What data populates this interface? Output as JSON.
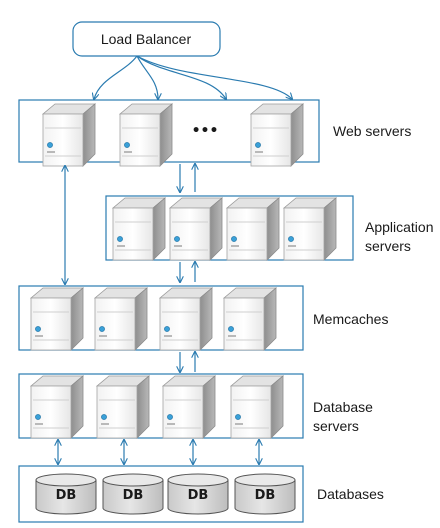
{
  "load_balancer": {
    "label": "Load Balancer"
  },
  "tiers": {
    "web": {
      "label": "Web servers",
      "ellipsis": "•••"
    },
    "app": {
      "label_line1": "Application",
      "label_line2": "servers"
    },
    "memcache": {
      "label": "Memcaches"
    },
    "database_servers": {
      "label_line1": "Database",
      "label_line2": "servers"
    },
    "databases": {
      "label": "Databases",
      "db_labels": [
        "DB",
        "DB",
        "DB",
        "DB"
      ]
    }
  },
  "colors": {
    "accent": "#2a7bb0",
    "server_top": "#e4e4e4",
    "server_front": "#f7f7f7",
    "server_side": "#9c9c9c",
    "db_fill": "#d9d9d9"
  },
  "icons": {
    "server": "server-tower-icon",
    "database": "database-cylinder-icon"
  }
}
